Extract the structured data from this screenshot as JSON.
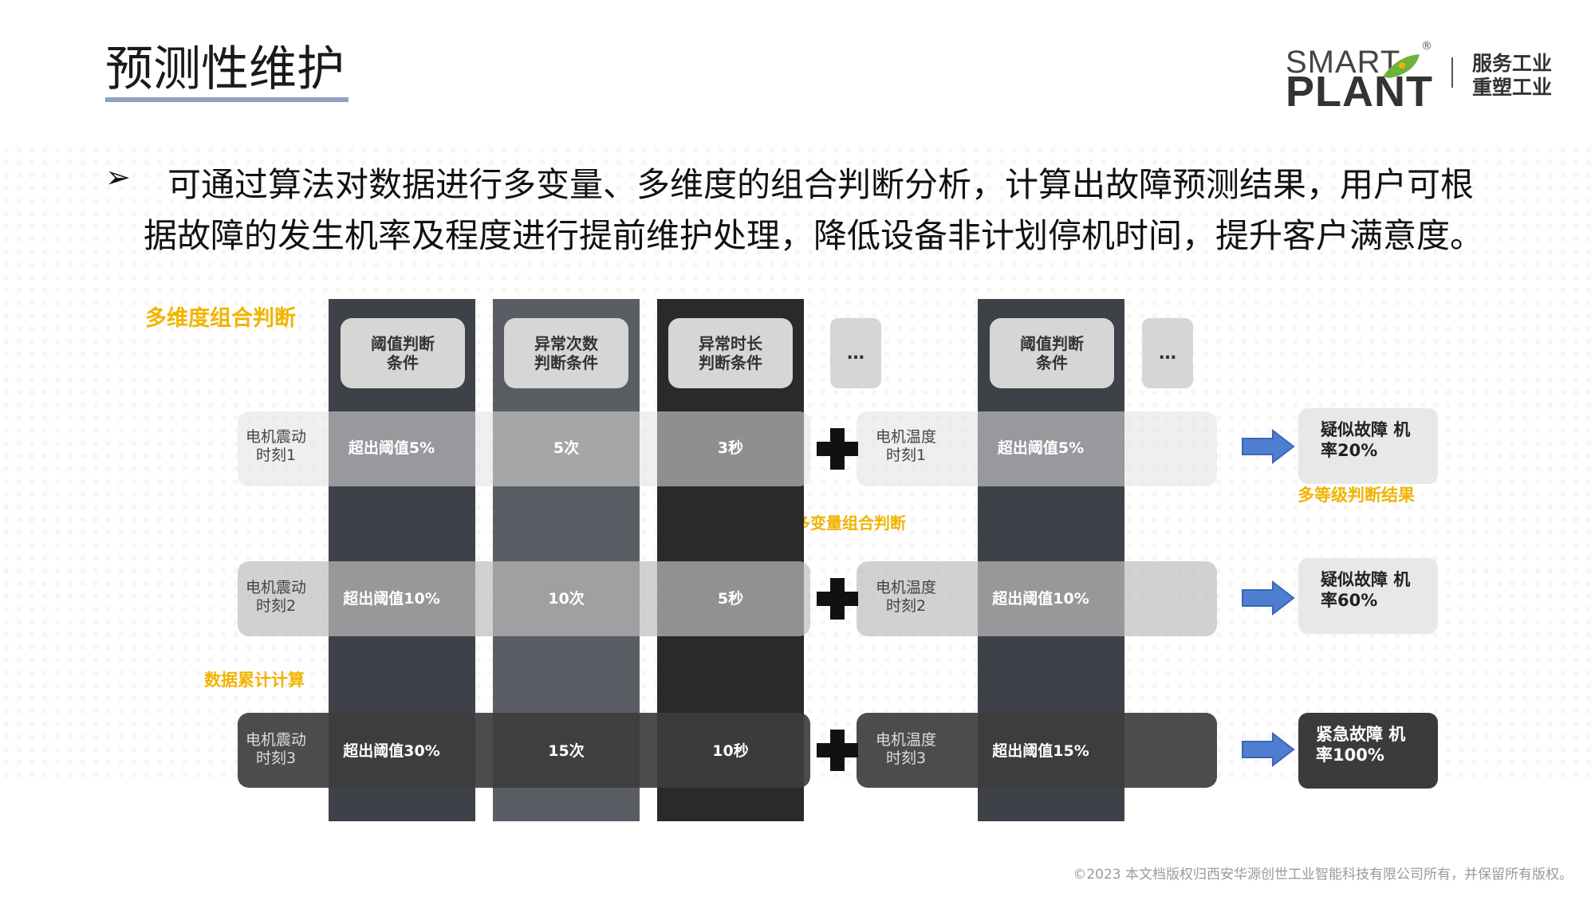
{
  "title": "预测性维护",
  "brand": {
    "smart": "SMART",
    "plant": "PLANT",
    "reg": "®",
    "slogan1": "服务工业",
    "slogan2": "重塑工业",
    "colors": {
      "underline": "#8ea2c2",
      "accent": "#f0b400",
      "arrow": "#4f7ed0"
    }
  },
  "intro": {
    "bullet": "➢",
    "line1": "可通过算法对数据进行多变量、多维度的组合判断分析，计算出故障预测结果，用户可根",
    "line2": "据故障的发生机率及程度进行提前维护处理，降低设备非计划停机时间，提升客户满意度。"
  },
  "labels": {
    "multi_dim": "多维度组合判断",
    "multi_var": "多变量组合判断",
    "accumulate": "数据累计计算",
    "multi_level": "多等级判断结果"
  },
  "headers": {
    "threshold": [
      "阈值判断",
      "条件"
    ],
    "count": [
      "异常次数",
      "判断条件"
    ],
    "duration": [
      "异常时长",
      "判断条件"
    ],
    "ellipsis": "…",
    "threshold2": [
      "阈值判断",
      "条件"
    ]
  },
  "rows": [
    {
      "vib": [
        "电机震动",
        "时刻1"
      ],
      "threshold": "超出阈值5%",
      "count": "5次",
      "duration": "3秒",
      "temp": [
        "电机温度",
        "时刻1"
      ],
      "temp_threshold": "超出阈值5%",
      "result": [
        "疑似故障 机",
        "率20%"
      ]
    },
    {
      "vib": [
        "电机震动",
        "时刻2"
      ],
      "threshold": "超出阈值10%",
      "count": "10次",
      "duration": "5秒",
      "temp": [
        "电机温度",
        "时刻2"
      ],
      "temp_threshold": "超出阈值10%",
      "result": [
        "疑似故障 机",
        "率60%"
      ]
    },
    {
      "vib": [
        "电机震动",
        "时刻3"
      ],
      "threshold": "超出阈值30%",
      "count": "15次",
      "duration": "10秒",
      "temp": [
        "电机温度",
        "时刻3"
      ],
      "temp_threshold": "超出阈值15%",
      "result": [
        "紧急故障 机",
        "率100%"
      ]
    }
  ],
  "footer": "©2023 本文档版权归西安华源创世工业智能科技有限公司所有，并保留所有版权。"
}
